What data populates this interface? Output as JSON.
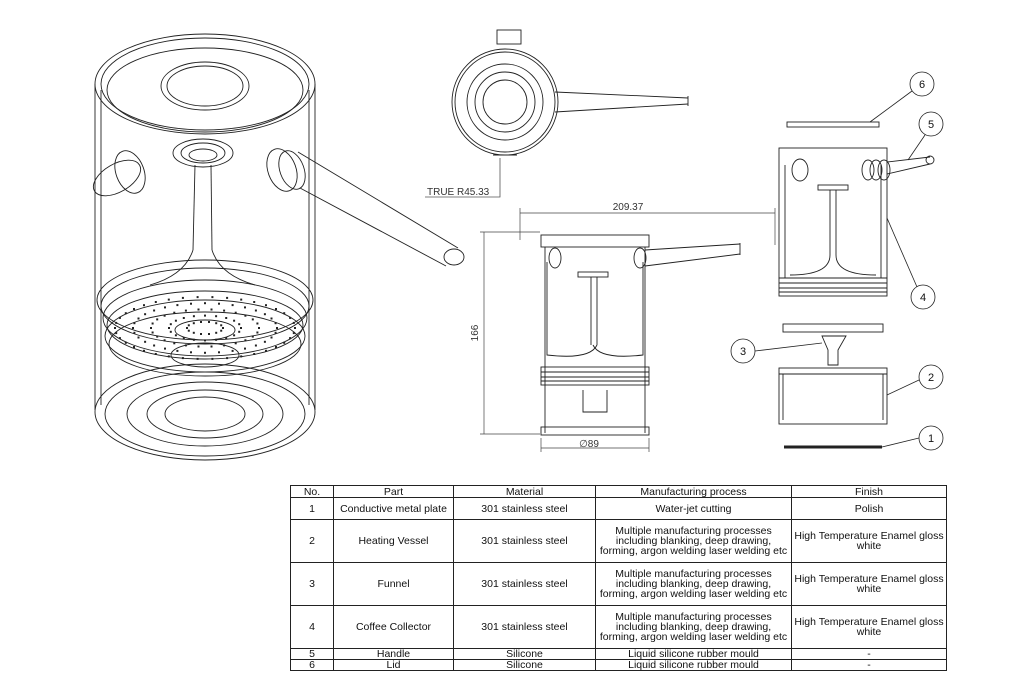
{
  "dimensions": {
    "radius_label": "TRUE R45.33",
    "width_label": "209.37",
    "height_label": "166",
    "diameter_label": "∅89"
  },
  "balloons": [
    "1",
    "2",
    "3",
    "4",
    "5",
    "6"
  ],
  "bom": {
    "headers": [
      "No.",
      "Part",
      "Material",
      "Manufacturing process",
      "Finish"
    ],
    "rows": [
      {
        "no": "1",
        "part": "Conductive metal plate",
        "material": "301 stainless steel",
        "process": "Water-jet  cutting",
        "finish": "Polish"
      },
      {
        "no": "2",
        "part": "Heating Vessel",
        "material": "301 stainless steel",
        "process": "Multiple manufacturing processes including blanking, deep drawing, forming, argon welding laser welding etc",
        "finish": "High Temperature Enamel gloss white"
      },
      {
        "no": "3",
        "part": "Funnel",
        "material": "301 stainless steel",
        "process": "Multiple manufacturing processes including blanking, deep drawing, forming, argon welding laser welding etc",
        "finish": "High Temperature Enamel gloss white"
      },
      {
        "no": "4",
        "part": "Coffee Collector",
        "material": "301 stainless steel",
        "process": "Multiple manufacturing processes including blanking, deep drawing, forming, argon welding laser welding etc",
        "finish": "High Temperature Enamel gloss white"
      },
      {
        "no": "5",
        "part": "Handle",
        "material": "Silicone",
        "process": "Liquid silicone rubber mould",
        "finish": "-"
      },
      {
        "no": "6",
        "part": "Lid",
        "material": "Silicone",
        "process": "Liquid silicone rubber mould",
        "finish": "-"
      }
    ]
  }
}
